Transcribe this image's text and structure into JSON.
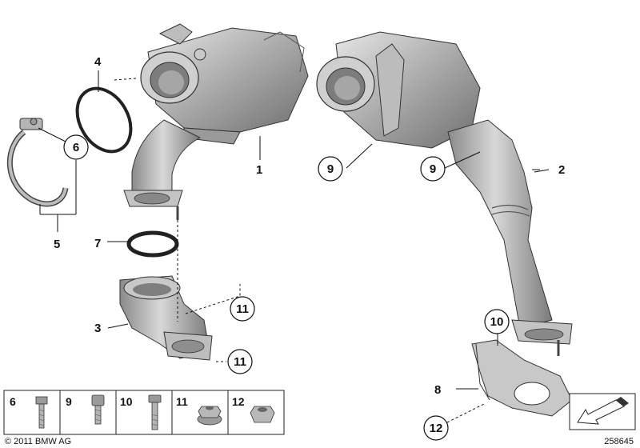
{
  "callouts": {
    "c1": "1",
    "c2": "2",
    "c3": "3",
    "c4": "4",
    "c5": "5",
    "c6": "6",
    "c7": "7",
    "c8": "8",
    "c9a": "9",
    "c9b": "9",
    "c10": "10",
    "c11a": "11",
    "c11b": "11",
    "c12": "12"
  },
  "legend": {
    "items": [
      {
        "number": "6",
        "part": "bolt-icon"
      },
      {
        "number": "9",
        "part": "socket-bolt-icon"
      },
      {
        "number": "10",
        "part": "long-bolt-icon"
      },
      {
        "number": "11",
        "part": "flange-nut-icon"
      },
      {
        "number": "12",
        "part": "hex-nut-icon"
      }
    ]
  },
  "footer": {
    "copyright": "© 2011 BMW AG",
    "diagram_id": "258645"
  },
  "colors": {
    "part_fill": "#b9b9b9",
    "part_dark": "#6d6d6d",
    "part_light": "#e2e2e2",
    "line": "#111111"
  }
}
